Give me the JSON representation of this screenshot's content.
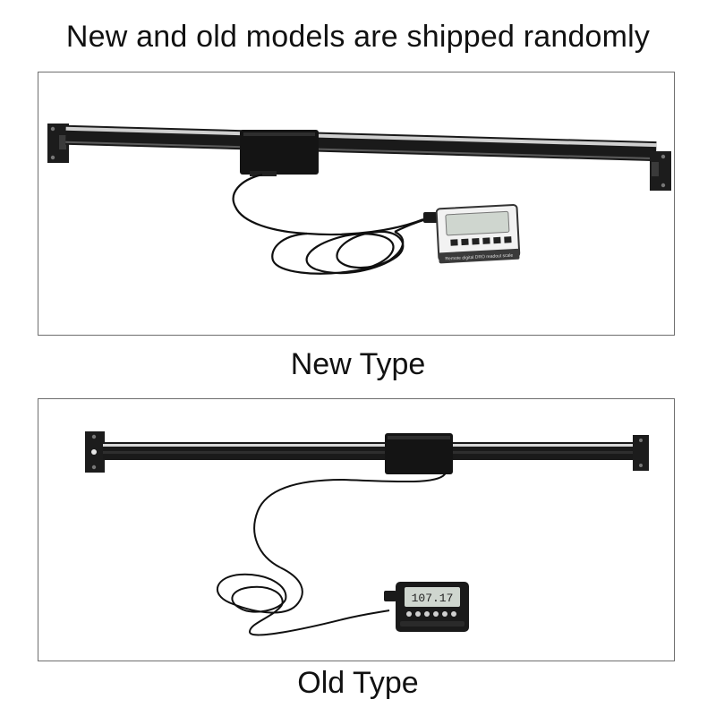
{
  "headline": "New and old models are shipped randomly",
  "new_type": {
    "caption": "New Type",
    "readout_brand": "Remote digital DRO readout scale"
  },
  "old_type": {
    "caption": "Old Type",
    "display_value": "107.17"
  },
  "colors": {
    "background": "#ffffff",
    "panel_border": "#6e6e6e",
    "scale_body": "#1a1a1a",
    "scale_strip": "#d9d9d9",
    "readout_screen": "#cfd6cf"
  }
}
